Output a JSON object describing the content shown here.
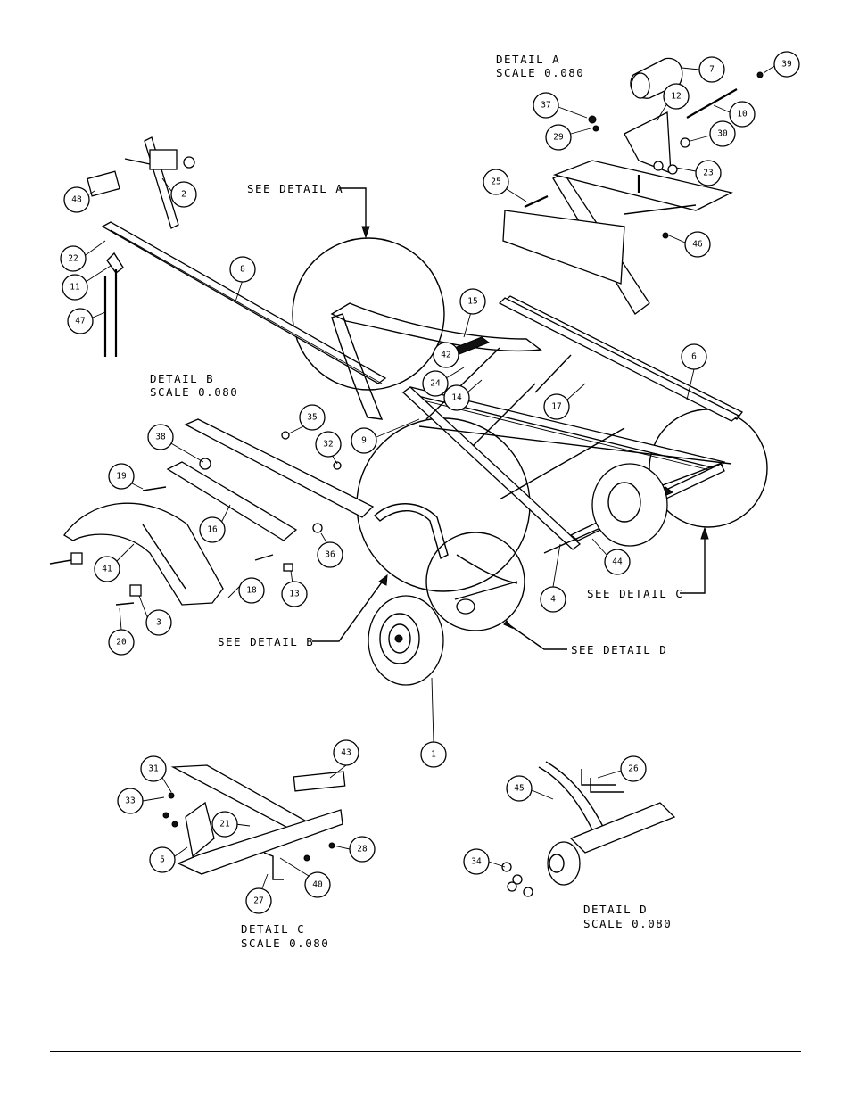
{
  "callouts": {
    "c1": "1",
    "c2": "2",
    "c3": "3",
    "c4": "4",
    "c5": "5",
    "c6": "6",
    "c7": "7",
    "c8": "8",
    "c9": "9",
    "c10": "10",
    "c11": "11",
    "c12": "12",
    "c13": "13",
    "c14": "14",
    "c15": "15",
    "c16": "16",
    "c17": "17",
    "c18": "18",
    "c19": "19",
    "c20": "20",
    "c21": "21",
    "c22": "22",
    "c23": "23",
    "c24": "24",
    "c25": "25",
    "c26": "26",
    "c27": "27",
    "c28": "28",
    "c29": "29",
    "c30": "30",
    "c31": "31",
    "c32": "32",
    "c33": "33",
    "c34": "34",
    "c35": "35",
    "c36": "36",
    "c37": "37",
    "c38": "38",
    "c39": "39",
    "c40": "40",
    "c41": "41",
    "c42": "42",
    "c43": "43",
    "c44": "44",
    "c45": "45",
    "c46": "46",
    "c47": "47",
    "c48": "48"
  },
  "details": {
    "a_title": "DETAIL  A",
    "a_scale": "SCALE  0.080",
    "b_title": "DETAIL  B",
    "b_scale": "SCALE  0.080",
    "c_title": "DETAIL  C",
    "c_scale": "SCALE  0.080",
    "d_title": "DETAIL  D",
    "d_scale": "SCALE  0.080"
  },
  "references": {
    "see_a": "SEE DETAIL  A",
    "see_b": "SEE DETAIL  B",
    "see_c": "SEE DETAIL  C",
    "see_d": "SEE DETAIL  D"
  }
}
